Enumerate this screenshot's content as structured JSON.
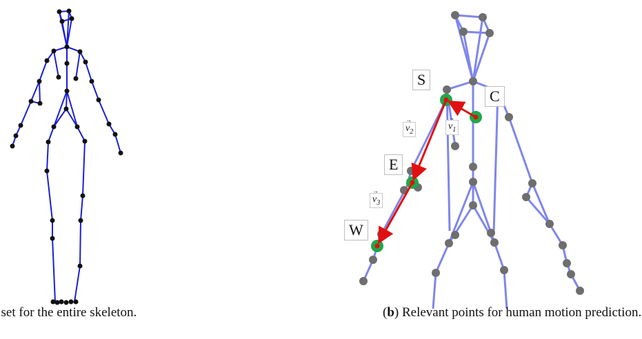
{
  "figure": {
    "caption_a_text": "er set for the entire skeleton.",
    "caption_b_prefix": "(",
    "caption_b_letter": "b",
    "caption_b_suffix": ") Relevant points for human motion prediction.",
    "labels": {
      "S": "S",
      "C": "C",
      "E": "E",
      "W": "W"
    },
    "vectors": [
      {
        "symbol": "v",
        "subscript": "1"
      },
      {
        "symbol": "v",
        "subscript": "2"
      },
      {
        "symbol": "v",
        "subscript": "3"
      }
    ],
    "colors": {
      "left_skeleton_line": "#1a1fd6",
      "left_joint": "#111111",
      "right_skeleton_line": "#7f86ea",
      "right_joint": "#6e6e6e",
      "highlight_ring": "#1fa84a",
      "highlight_center": "#e01010",
      "arrow": "#e01010"
    }
  }
}
